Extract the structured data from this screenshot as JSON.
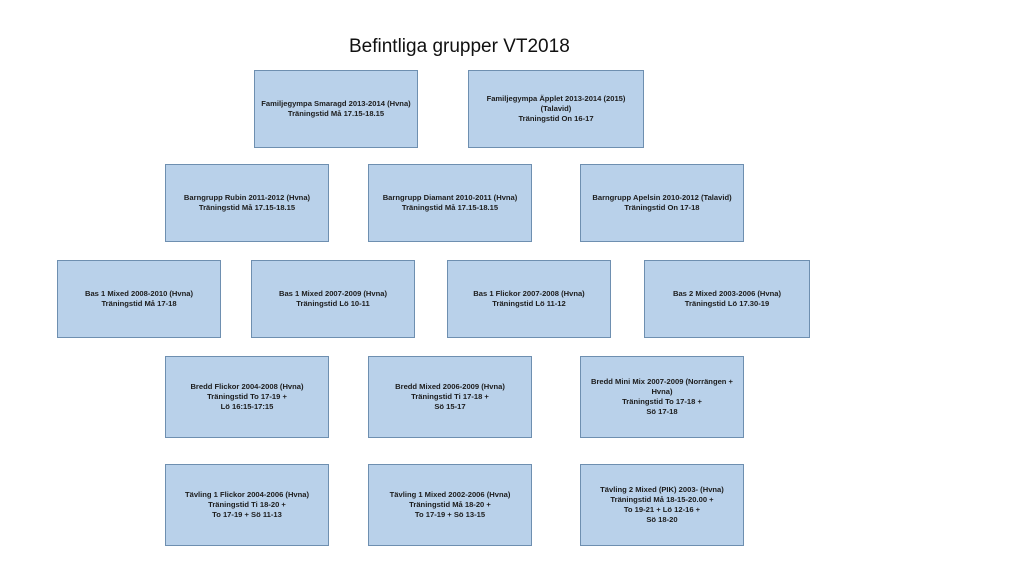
{
  "title": "Befintliga grupper VT2018",
  "groups": [
    "Familjegympa Smaragd 2013-2014 (Hvna)\nTräningstid Må 17.15-18.15",
    "Familjegympa Äpplet 2013-2014 (2015)\n(Talavid)\nTräningstid On 16-17",
    "Barngrupp Rubin  2011-2012 (Hvna)\nTräningstid Må 17.15-18.15",
    "Barngrupp Diamant 2010-2011 (Hvna)\nTräningstid Må 17.15-18.15",
    "Barngrupp Apelsin 2010-2012 (Talavid)\nTräningstid On 17-18",
    "Bas 1 Mixed 2008-2010 (Hvna)\nTräningstid Må 17-18",
    "Bas 1 Mixed 2007-2009 (Hvna)\nTräningstid Lö 10-11",
    "Bas 1 Flickor 2007-2008 (Hvna)\nTräningstid Lö 11-12",
    "Bas 2 Mixed 2003-2006 (Hvna)\nTräningstid Lö 17.30-19",
    "Bredd Flickor 2004-2008 (Hvna)\nTräningstid To 17-19 +\nLö 16:15-17:15",
    "Bredd Mixed 2006-2009 (Hvna)\nTräningstid Ti 17-18 +\nSö 15-17",
    "Bredd Mini Mix 2007-2009 (Norrängen +\nHvna)\nTräningstid To 17-18 +\nSö 17-18",
    "Tävling 1 Flickor 2004-2006 (Hvna)\nTräningstid Ti 18-20 +\nTo 17-19 + Sö 11-13",
    "Tävling 1 Mixed 2002-2006 (Hvna)\nTräningstid Må 18-20 +\nTo 17-19 + Sö 13-15",
    "Tävling 2 Mixed (PIK) 2003-  (Hvna)\nTräningstid Må 18-15-20.00 +\nTo 19-21 + Lö 12-16 +\nSö 18-20"
  ]
}
